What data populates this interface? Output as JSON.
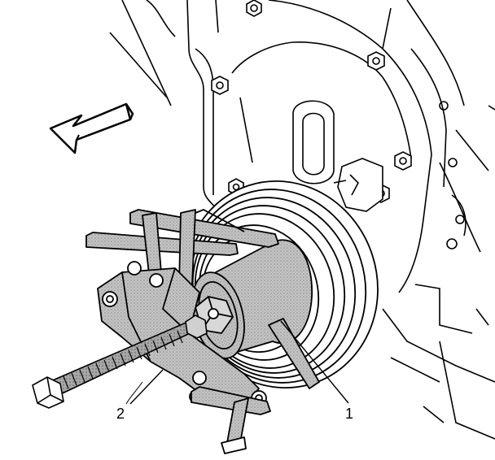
{
  "callouts": [
    {
      "id": "1",
      "label": "1"
    },
    {
      "id": "2",
      "label": "2"
    }
  ],
  "colors": {
    "line": "#000000",
    "background": "#ffffff",
    "tool_gray": "#b5b5b5",
    "tool_dark": "#8a8a8a"
  },
  "icons": [
    "direction-arrow-icon"
  ]
}
